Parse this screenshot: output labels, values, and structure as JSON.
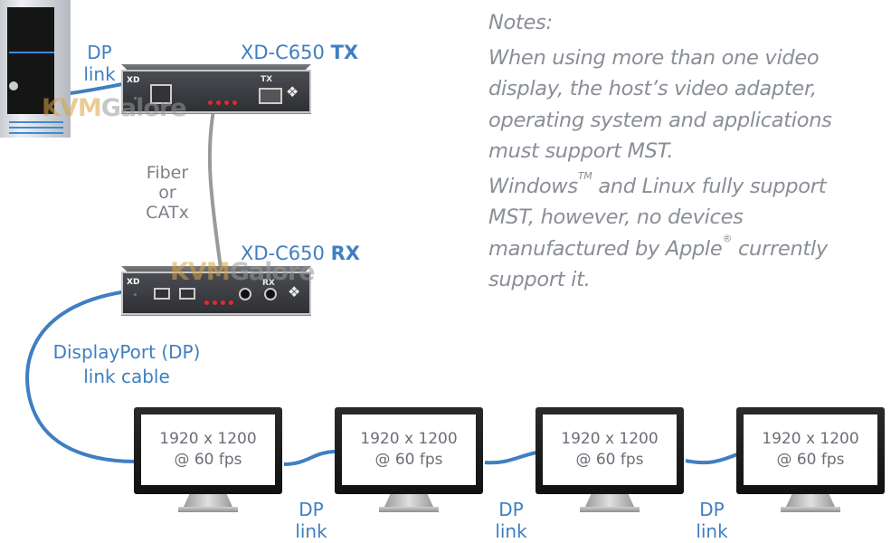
{
  "diagram": {
    "tx_unit": {
      "model": "XD-C650",
      "suffix": "TX",
      "panel_label": "TX",
      "brand": "XD"
    },
    "rx_unit": {
      "model": "XD-C650",
      "suffix": "RX",
      "panel_label": "RX",
      "brand": "XD"
    },
    "host_link_label": [
      "DP",
      "link"
    ],
    "tx_rx_link_label": [
      "Fiber",
      "or",
      "CATx"
    ],
    "rx_monitor_link_label": [
      "DisplayPort (DP)",
      "link cable"
    ],
    "monitors": [
      {
        "resolution": "1920 x 1200",
        "rate": "@ 60 fps"
      },
      {
        "resolution": "1920 x 1200",
        "rate": "@ 60 fps"
      },
      {
        "resolution": "1920 x 1200",
        "rate": "@ 60 fps"
      },
      {
        "resolution": "1920 x 1200",
        "rate": "@ 60 fps"
      }
    ],
    "daisy_chain_labels": [
      [
        "DP",
        "link"
      ],
      [
        "DP",
        "link"
      ],
      [
        "DP",
        "link"
      ]
    ],
    "watermark": {
      "part1": "KVM",
      "part2": "Galore"
    },
    "colors": {
      "accent_blue": "#3f7fc1",
      "cable_grey": "#9a9a9a",
      "note_grey": "#8a8e96",
      "led_red": "#e02b2b"
    }
  },
  "notes": {
    "heading": "Notes:",
    "para1": "When using more than one video display, the host’s video adapter, operating system and applications must support MST.",
    "para2_a": "Windows",
    "para2_tm": "TM",
    "para2_b": " and Linux fully support MST, however, no devices manufactured by Apple",
    "para2_reg": "®",
    "para2_c": " currently support it."
  }
}
